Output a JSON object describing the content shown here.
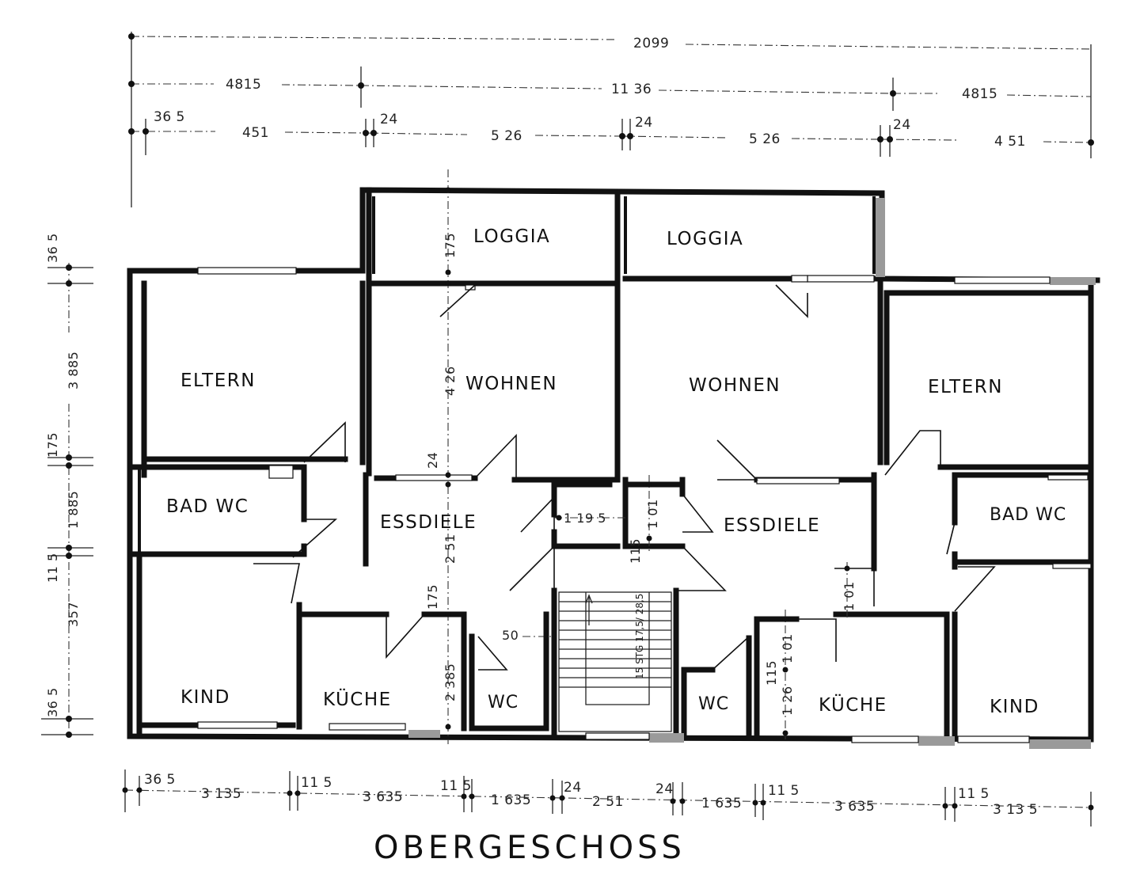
{
  "title": "OBERGESCHOSS",
  "rooms": {
    "loggia_left": "LOGGIA",
    "loggia_right": "LOGGIA",
    "eltern_left": "ELTERN",
    "eltern_right": "ELTERN",
    "wohnen_left": "WOHNEN",
    "wohnen_right": "WOHNEN",
    "bad_left": "BAD WC",
    "bad_right": "BAD WC",
    "essdiele_left": "ESSDIELE",
    "essdiele_right": "ESSDIELE",
    "kind_left": "KIND",
    "kind_right": "KIND",
    "kueche_left": "KÜCHE",
    "kueche_right": "KÜCHE",
    "wc_left": "WC",
    "wc_right": "WC"
  },
  "dims_top": {
    "overall": "2099",
    "row2": [
      "4815",
      "11 36",
      "4815"
    ],
    "row3": [
      "36 5",
      "451",
      "24",
      "5 26",
      "24",
      "5 26",
      "24",
      "4 51"
    ]
  },
  "dims_left": [
    "36 5",
    "3 885",
    "175",
    "1 885",
    "11 5",
    "357",
    "36 5"
  ],
  "dims_bottom": [
    "36 5",
    "3 135",
    "11 5",
    "3 635",
    "11 5",
    "1 635",
    "24",
    "2 51",
    "24",
    "1 635",
    "11 5",
    "3 635",
    "11 5",
    "3 13 5"
  ],
  "dims_inner": {
    "loggia_depth": "175",
    "wohnen_depth": "4 26",
    "wall_24": "24",
    "essdiele_depth": "2 51",
    "kitchen_175": "175",
    "kitchen_depth": "2 385",
    "hall_width": "1 19 5",
    "hall_101": "1 01",
    "hall_115": "115",
    "right_101": "1 01",
    "right_101b": "1 01",
    "right_115": "115",
    "right_126": "1 26",
    "stair_50": "50",
    "stair_steps": "15 STG 17,5/ 28,5"
  }
}
